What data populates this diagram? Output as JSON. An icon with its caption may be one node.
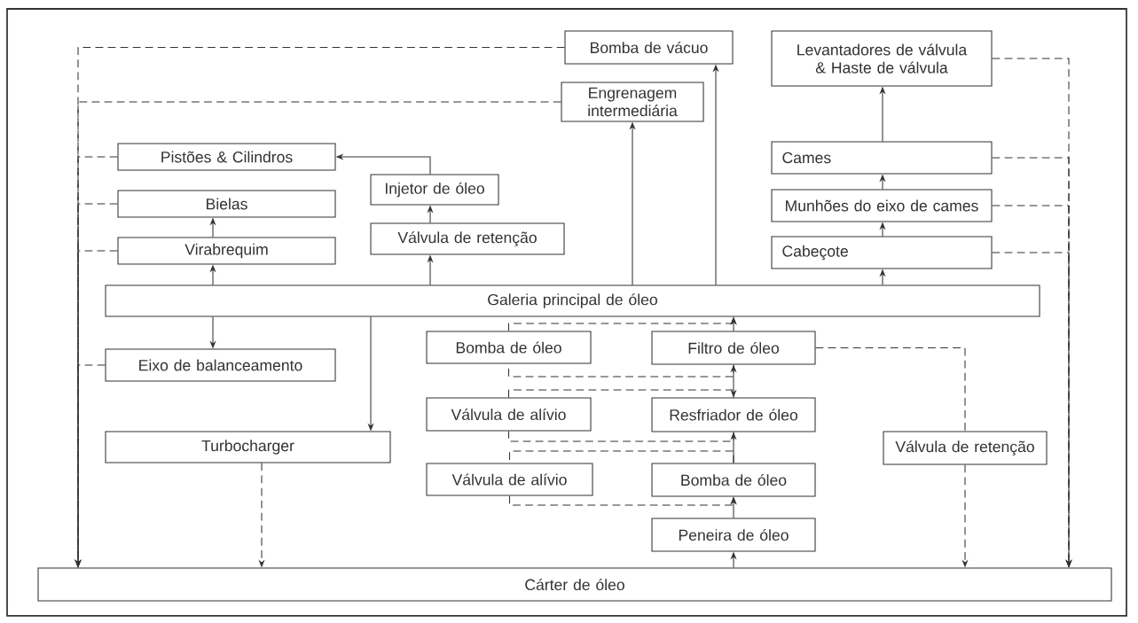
{
  "diagram": {
    "nodes": [
      {
        "text": [
          "Bomba de vácuo"
        ]
      },
      {
        "text": [
          "Levantadores de válvula & Haste de válvula"
        ]
      },
      {
        "text": [
          "Engrenagem intermediária"
        ]
      },
      {
        "text": [
          "Pistões & Cilindros"
        ]
      },
      {
        "text": [
          "Cames"
        ]
      },
      {
        "text": [
          "Injetor de óleo"
        ]
      },
      {
        "text": [
          "Bielas"
        ]
      },
      {
        "text": [
          "Munhões do eixo de cames"
        ]
      },
      {
        "text": [
          "Virabrequim"
        ]
      },
      {
        "text": [
          "Válvula de retenção"
        ]
      },
      {
        "text": [
          "Cabeçote"
        ]
      },
      {
        "text": [
          "Galeria principal de óleo"
        ]
      },
      {
        "text": [
          "Bomba de óleo"
        ]
      },
      {
        "text": [
          "Filtro de óleo"
        ]
      },
      {
        "text": [
          "Eixo de balanceamento"
        ]
      },
      {
        "text": [
          "Válvula de alívio"
        ]
      },
      {
        "text": [
          "Resfriador de óleo"
        ]
      },
      {
        "text": [
          "Turbocharger"
        ]
      },
      {
        "text": [
          "Válvula de retenção"
        ]
      },
      {
        "text": [
          "Válvula de alívio"
        ]
      },
      {
        "text": [
          "Bomba de óleo"
        ]
      },
      {
        "text": [
          "Peneira de óleo"
        ]
      },
      {
        "text": [
          "Cárter de óleo"
        ]
      }
    ],
    "edges": [
      {
        "from": 22,
        "to": 21,
        "arrow": "to"
      },
      {
        "from": 21,
        "to": 20,
        "arrow": "to"
      },
      {
        "from": 20,
        "to": 16,
        "arrow": "to"
      },
      {
        "from": 16,
        "to": 13,
        "arrow": "to"
      },
      {
        "from": 13,
        "to": 11,
        "arrow": "to"
      },
      {
        "from": 11,
        "to": 8,
        "arrow": "to"
      },
      {
        "from": 8,
        "to": 6,
        "arrow": "to"
      },
      {
        "from": 11,
        "to": 9,
        "arrow": "to"
      },
      {
        "from": 9,
        "to": 5,
        "arrow": "to"
      },
      {
        "from": 5,
        "to": 3,
        "arrow": "to"
      },
      {
        "from": 11,
        "to": 2,
        "arrow": "to"
      },
      {
        "from": 11,
        "to": 0,
        "arrow": "to"
      },
      {
        "from": 11,
        "to": 10,
        "arrow": "to"
      },
      {
        "from": 10,
        "to": 7,
        "arrow": "to"
      },
      {
        "from": 7,
        "to": 4,
        "arrow": "to"
      },
      {
        "from": 4,
        "to": 1,
        "arrow": "to"
      },
      {
        "from": 11,
        "to": 14,
        "arrow": "to"
      },
      {
        "from": 11,
        "to": 17,
        "arrow": "to"
      },
      {
        "from": 0,
        "to": 22,
        "arrow": "to",
        "style": "dashed"
      },
      {
        "from": 2,
        "to": 22,
        "arrow": "to",
        "style": "dashed"
      },
      {
        "from": 3,
        "to": 22,
        "arrow": "to",
        "style": "dashed"
      },
      {
        "from": 6,
        "to": 22,
        "arrow": "to",
        "style": "dashed"
      },
      {
        "from": 8,
        "to": 22,
        "arrow": "to",
        "style": "dashed"
      },
      {
        "from": 14,
        "to": 22,
        "arrow": "to",
        "style": "dashed"
      },
      {
        "from": 1,
        "to": 22,
        "arrow": "to",
        "style": "dashed"
      },
      {
        "from": 4,
        "to": 22,
        "arrow": "to",
        "style": "dashed"
      },
      {
        "from": 7,
        "to": 22,
        "arrow": "to",
        "style": "dashed"
      },
      {
        "from": 10,
        "to": 22,
        "arrow": "to",
        "style": "dashed"
      },
      {
        "from": 13,
        "to": 18,
        "arrow": "none",
        "style": "dashed"
      },
      {
        "from": 18,
        "to": 22,
        "arrow": "to",
        "style": "dashed"
      },
      {
        "from": 17,
        "to": 22,
        "arrow": "to",
        "style": "dashed"
      },
      {
        "from": 13,
        "to": 12,
        "arrow": "none",
        "style": "dashed"
      },
      {
        "from": 12,
        "to": 11,
        "arrow": "to",
        "style": "dashed"
      },
      {
        "from": 15,
        "to": 16,
        "arrow": "to",
        "style": "dashed"
      },
      {
        "from": 16,
        "to": 15,
        "arrow": "none",
        "style": "dashed"
      },
      {
        "from": 20,
        "to": 19,
        "arrow": "none",
        "style": "dashed"
      },
      {
        "from": 19,
        "to": 20,
        "arrow": "to",
        "style": "dashed"
      }
    ]
  }
}
